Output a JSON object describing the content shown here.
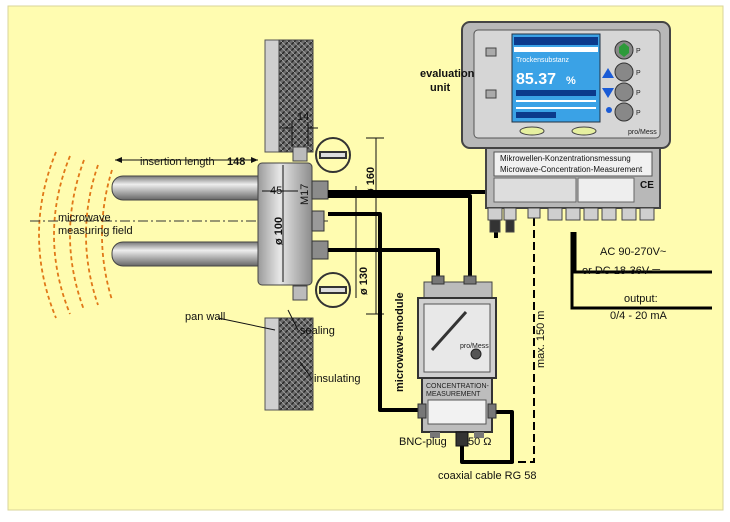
{
  "labels": {
    "insertion_length": "insertion length",
    "insertion_length_value": "148",
    "dim_14": "14",
    "dim_45": "45",
    "dim_m17": "M17",
    "dim_100": "ø 100",
    "dim_160": "ø 160",
    "dim_130": "ø 130",
    "microwave_field_line1": "microwave",
    "microwave_field_line2": "measuring field",
    "pan_wall": "pan wall",
    "sealing": "sealing",
    "insulating": "insulating",
    "microwave_module": "microwave-module",
    "bnc_plug": "BNC-plug",
    "ohm": "50 Ω",
    "coaxial_cable": "coaxial cable RG 58",
    "max_length": "max. 150 m",
    "evaluation_unit_line1": "evaluation",
    "evaluation_unit_line2": "unit",
    "ac_supply": "AC  90-270V~",
    "dc_supply": "or  DC  18-36V ═",
    "output": "output:",
    "output_range": "0/4 - 20 mA"
  },
  "evaluation_unit": {
    "nameplate_de": "Mikrowellen-Konzentrationsmessung",
    "nameplate_en": "Microwave-Concentration-Measurement",
    "ce_mark": "CE",
    "brand": "pro/Mess",
    "display": {
      "reading": "85.37",
      "unit": "%",
      "header": "Trockensubstanz",
      "buttons": [
        "P",
        "P",
        "P",
        "P"
      ]
    }
  },
  "module": {
    "brand": "pro/Mess",
    "label_line1": "CONCENTRATION-",
    "label_line2": "MEASUREMENT"
  },
  "colors": {
    "background": "#fffcb0",
    "frame": "#8b8b8b",
    "screen": "#3aa2e6",
    "steel": "#cfcfcf"
  }
}
